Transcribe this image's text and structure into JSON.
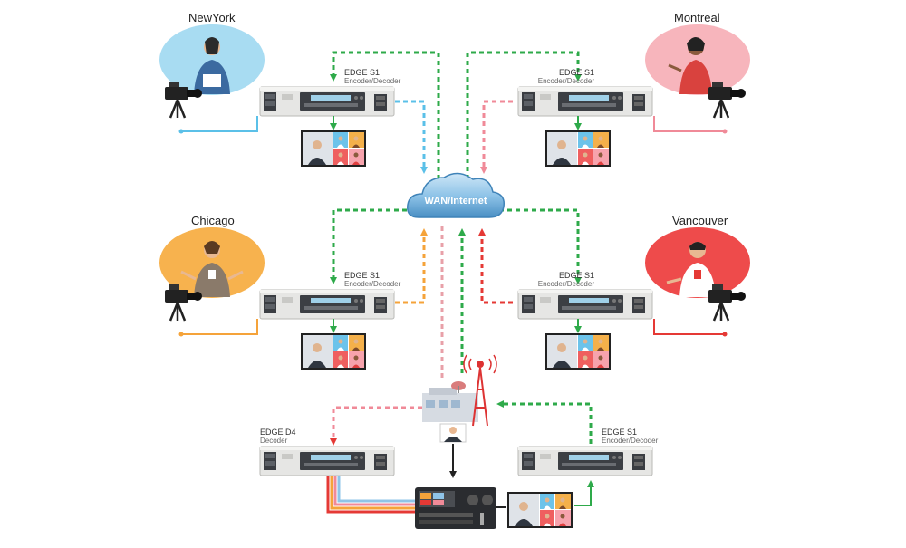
{
  "sites": {
    "newyork": {
      "city": "NewYork",
      "device_title": "EDGE S1",
      "device_sub": "Encoder/Decoder",
      "color": "#8fd3ef",
      "line_color": "#5bc0e8"
    },
    "montreal": {
      "city": "Montreal",
      "device_title": "EDGE S1",
      "device_sub": "Encoder/Decoder",
      "color": "#f7a7b0",
      "line_color": "#f08a98"
    },
    "chicago": {
      "city": "Chicago",
      "device_title": "EDGE S1",
      "device_sub": "Encoder/Decoder",
      "color": "#f7b24e",
      "line_color": "#f5a33a"
    },
    "vancouver": {
      "city": "Vancouver",
      "device_title": "EDGE S1",
      "device_sub": "Encoder/Decoder",
      "color": "#ee4b4b",
      "line_color": "#e53935"
    }
  },
  "cloud": {
    "label": "WAN/Internet"
  },
  "studio": {
    "decoder": {
      "title": "EDGE D4",
      "sub": "Decoder"
    },
    "encoder": {
      "title": "EDGE S1",
      "sub": "Encoder/Decoder"
    }
  },
  "colors": {
    "return_feed": "#2eaa4a",
    "device_body": "#e2e2e0",
    "device_panel": "#3c3f44"
  }
}
